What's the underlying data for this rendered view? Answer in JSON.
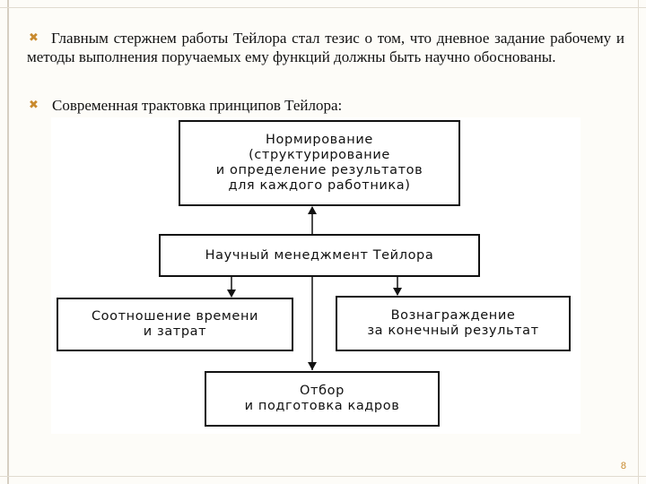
{
  "slide": {
    "bullets": [
      {
        "icon": "x-bullet-icon",
        "text": "Главным стержнем работы Тейлора стал тезис о том, что дневное задание рабочему и методы выполнения поручаемых ему функций должны быть научно обоснованы."
      },
      {
        "icon": "x-bullet-icon",
        "text": "Современная трактовка принципов Тейлора:"
      }
    ],
    "page_number": "8",
    "accent_color": "#c98a2e"
  },
  "diagram": {
    "center": "Научный менеджмент Тейлора",
    "top": "Нормирование\n(структурирование\nи определение результатов\nдля каждого работника)",
    "left": "Соотношение времени\nи затрат",
    "right": "Вознаграждение\nза конечный результат",
    "bottom": "Отбор\nи подготовка кадров"
  }
}
